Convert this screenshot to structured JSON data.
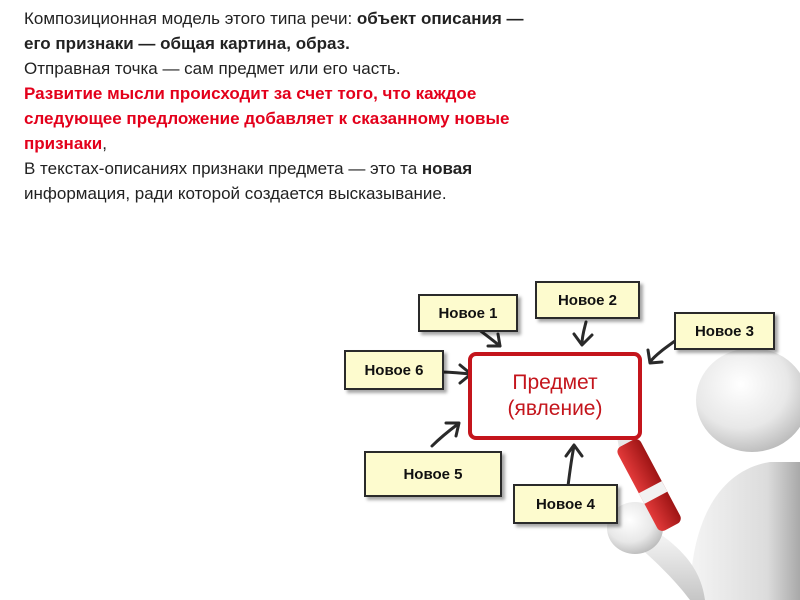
{
  "paragraph1": {
    "normal": " Композиционная модель этого типа речи: ",
    "bold": "объект описания — его признаки — общая картина, образ."
  },
  "paragraph2": {
    "normal": " Отправная точка — сам предмет или его часть."
  },
  "paragraph3": {
    "red": "Развитие мысли происходит за счет того, что каждое следующее предложение добавляет к сказанному новые признаки",
    "tail": ","
  },
  "paragraph4": {
    "normal1": "В текстах-описаниях признаки предмета — это та ",
    "bold": "новая",
    "normal2": " информация, ради которой создается высказывание."
  },
  "diagram": {
    "center_line1": "Предмет",
    "center_line2": "(явление)",
    "boxes": [
      "Новое 1",
      "Новое 2",
      "Новое 3",
      "Новое 4",
      "Новое 5",
      "Новое 6"
    ]
  },
  "colors": {
    "accent_red": "#e3001b",
    "box_fill": "#fdfbce",
    "marker_red": "#c4151c"
  }
}
